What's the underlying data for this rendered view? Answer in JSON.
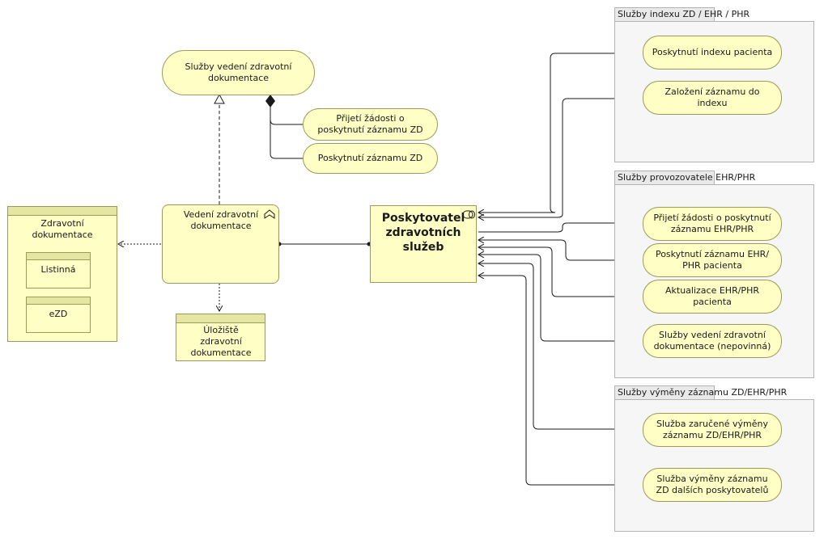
{
  "groups": {
    "index": {
      "label": "Služby indexu ZD / EHR / PHR"
    },
    "provider": {
      "label": "Služby provozovatele EHR/PHR"
    },
    "exchange": {
      "label": "Služby výměny záznamu ZD/EHR/PHR"
    }
  },
  "services": {
    "vedeni_main": "Služby vedení zdravotní dokumentace",
    "prijeti_zd": "Přijetí žádosti o poskytnutí záznamu ZD",
    "poskytnuti_zd": "Poskytnutí záznamu ZD",
    "index_pacienta": "Poskytnutí indexu pacienta",
    "zalozeni": "Založení záznamu do indexu",
    "prijeti_ehr": "Přijetí žádosti o poskytnutí záznamu EHR/PHR",
    "poskytnuti_ehr": "Poskytnutí záznamu EHR/ PHR pacienta",
    "aktualizace": "Aktualizace EHR/PHR pacienta",
    "vedeni_nepovinna": "Služby vedení zdravotní dokumentace (nepovinná)",
    "zarucena_vymena": "Služba zaručené výměny záznamu ZD/EHR/PHR",
    "vymena_dalsich": "Služba výměny záznamu ZD dalších poskytovatelů"
  },
  "nodes": {
    "zdravotni_dokumentace": "Zdravotní dokumentace",
    "listinna": "Listinná",
    "ezd": "eZD",
    "uloziste": "Úložiště zdravotní dokumentace"
  },
  "process": {
    "label": "Vedení zdravotní dokumentace"
  },
  "actor": {
    "label": "Poskytovatel zdravotních služeb"
  },
  "icons": {
    "process": "process-arrow-icon",
    "actor": "role-icon"
  },
  "colors": {
    "element_fill": "#ffffc5",
    "element_border": "#9a9a5a",
    "node_header": "#e6e6a3",
    "group_fill": "#f6f6f6",
    "line": "#1a1a1a"
  }
}
